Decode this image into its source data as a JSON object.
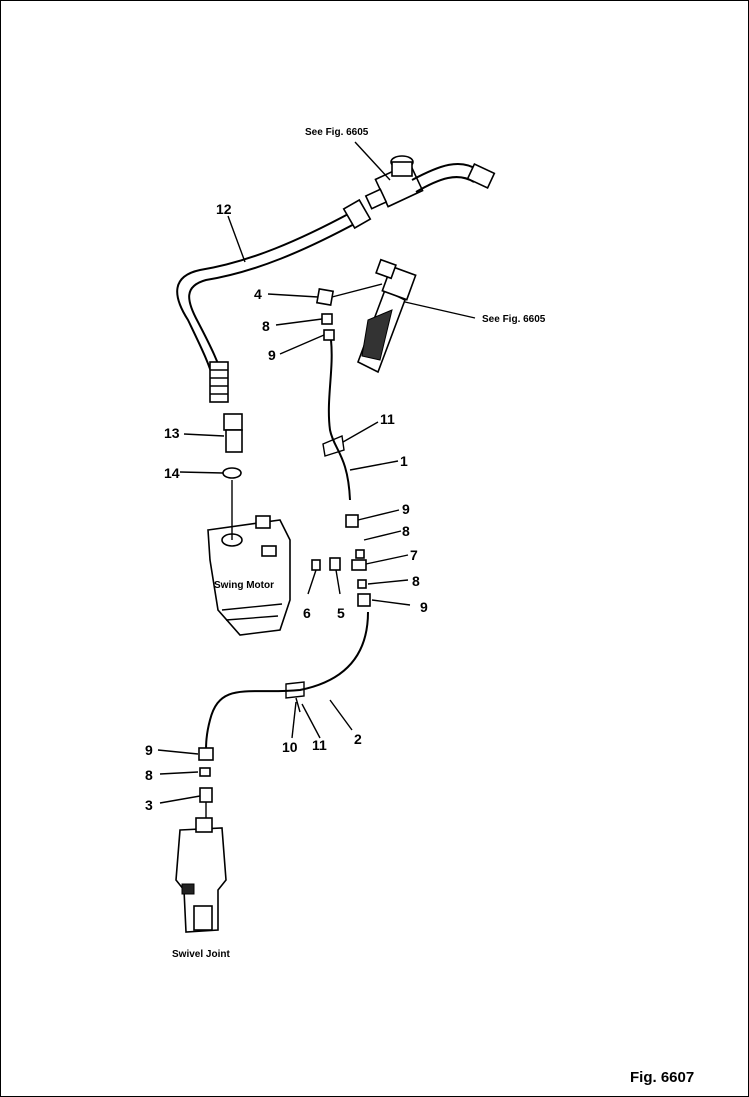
{
  "diagram": {
    "see_fig_top": "See Fig. 6605",
    "see_fig_right": "See Fig. 6605",
    "swing_motor_label": "Swing Motor",
    "swivel_joint_label": "Swivel Joint",
    "figure_number": "Fig. 6607",
    "callouts": {
      "c12": "12",
      "c4": "4",
      "c8a": "8",
      "c9a": "9",
      "c11a": "11",
      "c1": "1",
      "c13": "13",
      "c14": "14",
      "c9b": "9",
      "c8b": "8",
      "c7": "7",
      "c8c": "8",
      "c9c": "9",
      "c5": "5",
      "c6": "6",
      "c2": "2",
      "c10": "10",
      "c11b": "11",
      "c9d": "9",
      "c8d": "8",
      "c3": "3"
    }
  }
}
